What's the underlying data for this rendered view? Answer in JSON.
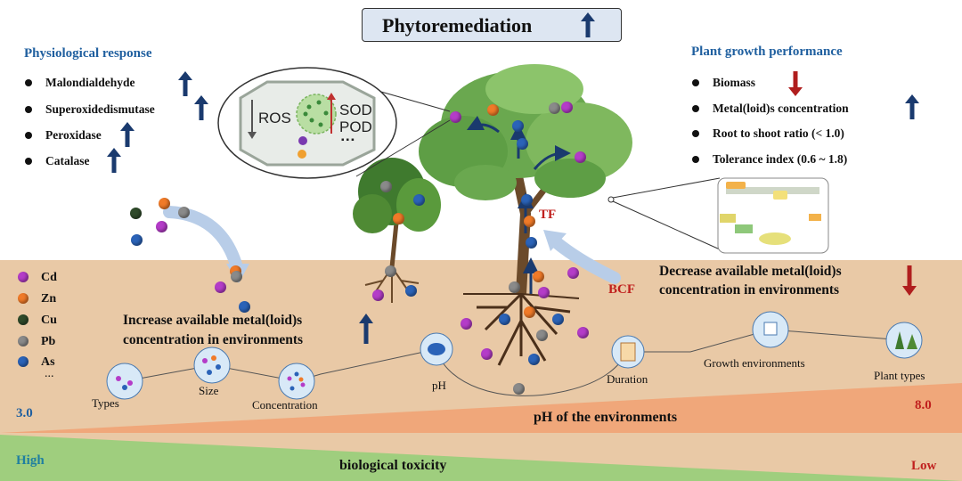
{
  "title": "Phytoremediation",
  "physiological": {
    "heading": "Physiological response",
    "items": [
      "Malondialdehyde",
      "Superoxidedismutase",
      "Peroxidase",
      "Catalase"
    ]
  },
  "growth": {
    "heading": "Plant growth performance",
    "items": [
      "Biomass",
      "Metal(loid)s concentration",
      "Root to shoot ratio (< 1.0)",
      "Tolerance index (0.6 ~ 1.8)"
    ]
  },
  "cell": {
    "ros": "ROS",
    "sod": "SOD",
    "pod": "POD",
    "dots": "▪▪▪"
  },
  "legend": {
    "items": [
      {
        "label": "Cd",
        "color": "#b43cc8"
      },
      {
        "label": "Zn",
        "color": "#f07a28"
      },
      {
        "label": "Cu",
        "color": "#2f4a2a"
      },
      {
        "label": "Pb",
        "color": "#8a8a8a"
      },
      {
        "label": "As",
        "color": "#2b63b8"
      }
    ],
    "more": "..."
  },
  "tf": "TF",
  "bcf": "BCF",
  "increase": {
    "line1": "Increase available metal(loid)s",
    "line2": "concentration in environments"
  },
  "decrease": {
    "line1": "Decrease available metal(loid)s",
    "line2": "concentration in environments"
  },
  "factors": [
    "Types",
    "Size",
    "Concentration",
    "pH",
    "Duration",
    "Growth environments",
    "Plant types"
  ],
  "ph_axis": {
    "label": "pH of the environments",
    "low": "3.0",
    "high": "8.0"
  },
  "toxicity": {
    "label": "biological toxicity",
    "high": "High",
    "low": "Low"
  },
  "colors": {
    "up_arrow": "#1a3a6e",
    "down_arrow": "#b01e1e",
    "heading_blue": "#1f5f9f",
    "soil": "#e9c9a6",
    "ph_band": "#f0a77a",
    "tox_band": "#9fce7e"
  }
}
